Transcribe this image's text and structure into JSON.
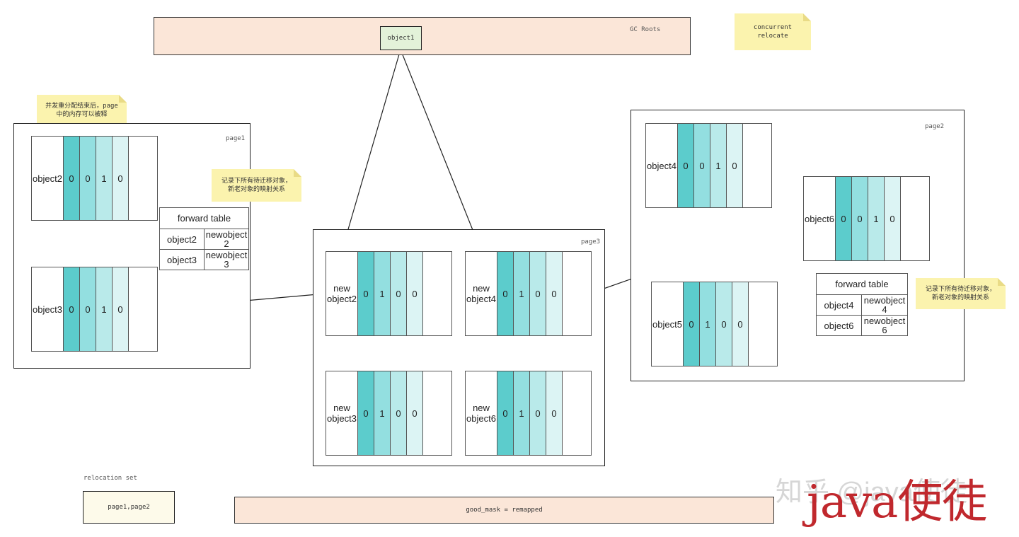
{
  "gc_roots": {
    "label": "GC Roots",
    "object": "object1"
  },
  "note_concurrent": {
    "line1": "concurrent",
    "line2": "relocate"
  },
  "note_release": {
    "line1": "并发重分配结束后，page",
    "line2": "中的内存可以被释"
  },
  "note_forward_1": {
    "line1": "记录下所有待迁移对象，",
    "line2": "新老对象的映射关系"
  },
  "note_forward_2": {
    "line1": "记录下所有待迁移对象，",
    "line2": "新老对象的映射关系"
  },
  "page1": {
    "label": "page1",
    "object2": {
      "name": "object2",
      "bits": [
        "0",
        "0",
        "1",
        "0"
      ]
    },
    "object3": {
      "name": "object3",
      "bits": [
        "0",
        "0",
        "1",
        "0"
      ]
    },
    "forward_table": {
      "title": "forward table",
      "rows": [
        {
          "old": "object2",
          "new_l1": "newobject",
          "new_l2": "2"
        },
        {
          "old": "object3",
          "new_l1": "newobject",
          "new_l2": "3"
        }
      ]
    }
  },
  "page3": {
    "label": "page3",
    "new_object2": {
      "l1": "new",
      "l2": "object2",
      "bits": [
        "0",
        "1",
        "0",
        "0"
      ]
    },
    "new_object4": {
      "l1": "new",
      "l2": "object4",
      "bits": [
        "0",
        "1",
        "0",
        "0"
      ]
    },
    "new_object3": {
      "l1": "new",
      "l2": "object3",
      "bits": [
        "0",
        "1",
        "0",
        "0"
      ]
    },
    "new_object6": {
      "l1": "new",
      "l2": "object6",
      "bits": [
        "0",
        "1",
        "0",
        "0"
      ]
    }
  },
  "page2": {
    "label": "page2",
    "object4": {
      "name": "object4",
      "bits": [
        "0",
        "0",
        "1",
        "0"
      ]
    },
    "object6": {
      "name": "object6",
      "bits": [
        "0",
        "0",
        "1",
        "0"
      ]
    },
    "object5": {
      "name": "object5",
      "bits": [
        "0",
        "1",
        "0",
        "0"
      ]
    },
    "forward_table": {
      "title": "forward table",
      "rows": [
        {
          "old": "object4",
          "new_l1": "newobject",
          "new_l2": "4"
        },
        {
          "old": "object6",
          "new_l1": "newobject",
          "new_l2": "6"
        }
      ]
    }
  },
  "relocation_set": {
    "label": "relocation set",
    "value": "page1,page2"
  },
  "good_mask": {
    "label": "good_mask = remapped"
  },
  "watermark": {
    "zhihu": "知乎 @java使徒",
    "java": "java使徒"
  },
  "colors": {
    "bit_0": "#5ccccc",
    "bit_1": "#93dfe0",
    "bit_2": "#b9eaea",
    "bit_3": "#dcf4f4",
    "banner": "#fbe6d8",
    "note": "#fbf3ae",
    "watermark": "#c0282d"
  }
}
